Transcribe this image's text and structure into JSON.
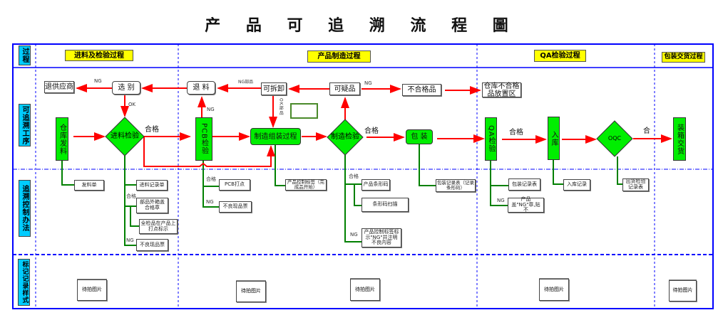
{
  "title": "产 品 可 追 溯 流 程 圖",
  "row_labels": {
    "process": "过程",
    "traceable_steps": "可追溯工序",
    "trace_control": "追溯控制办法",
    "record_style": "标记记录样式"
  },
  "phases": [
    "进料及检验过程",
    "产品制造过程",
    "QA检验过程",
    "包装交货过程"
  ],
  "nodes": {
    "return_supplier": "退供应商",
    "sorting": "选 别",
    "return_material": "退 料",
    "detachable": "可拆卸",
    "suspect": "可疑品",
    "nonconforming": "不合格品",
    "warehouse_nc_area": "仓库不合格品放置区",
    "warehouse_issue": "仓库发料",
    "incoming_inspection": "进料检验",
    "pcb_inspection": "PCB检验",
    "assembly": "制造组装过程",
    "mfg_inspection": "制造检验",
    "packing": "包 装",
    "qa_inspection": "QA检验",
    "warehousing": "入库",
    "oqc": "OQC",
    "boxing_delivery": "装箱交货"
  },
  "edge_labels": {
    "ng": "NG",
    "ok": "OK",
    "pass": "合格",
    "pass_short": "合",
    "ng_parts": "NG部品",
    "ok_parts": "OK部品"
  },
  "records": {
    "issue_slip": "发料单",
    "incoming_record": "进料记录单",
    "carton_stamp": "部品外箱盖合格章",
    "dot_mark": "全检品在产品上打点标示",
    "defect_ticket_1": "不良现品票",
    "pcb_dot": "PCB打点",
    "defect_ticket_2": "不良现品票",
    "control_label": "产品控制标签（完成品开始）",
    "barcode": "产品条形码",
    "barcode_scan": "条形码扫描",
    "ng_label": "产品控制标签标示\"NG\"并注明不良内容",
    "pack_record_barcode": "包装记录表（记录条形码）",
    "pack_record": "包装记录表",
    "ng_stamp": "产品盖\"NG\"章,贴不",
    "warehouse_record": "入库记录",
    "shipment_record": "出货检验记录表"
  },
  "photo_placeholder": "待拍图片",
  "colors": {
    "frame": "#0000ff",
    "flow": "#ff0000",
    "trace": "#008000",
    "step": "#00ee00",
    "label_bg": "#00ccff",
    "phase_bg": "#ffff00"
  }
}
